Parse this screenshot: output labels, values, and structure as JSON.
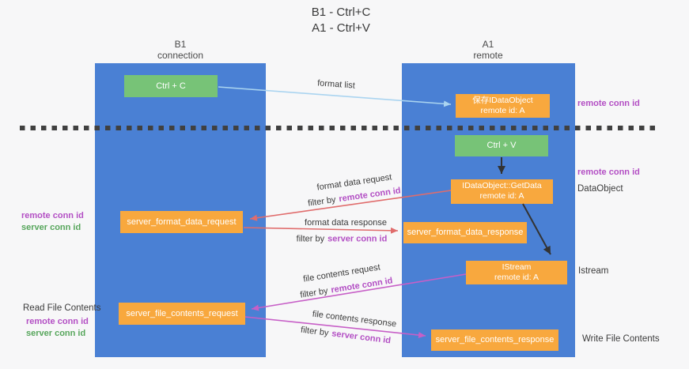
{
  "title": {
    "line1": "B1 - Ctrl+C",
    "line2": "A1 - Ctrl+V"
  },
  "columns": {
    "left": {
      "name": "B1",
      "subtitle": "connection"
    },
    "right": {
      "name": "A1",
      "subtitle": "remote"
    }
  },
  "nodes": {
    "ctrl_c": {
      "label": "Ctrl + C"
    },
    "ctrl_v": {
      "label": "Ctrl + V"
    },
    "save_idataobject": {
      "line1": "保存IDataObject",
      "line2": "remote id: A"
    },
    "idataobject_getdata": {
      "line1": "IDataObject::GetData",
      "line2": "remote id: A"
    },
    "istream": {
      "line1": "IStream",
      "line2": "remote id: A"
    },
    "server_format_data_request": {
      "label": "server_format_data_request"
    },
    "server_format_data_response": {
      "label": "server_format_data_response"
    },
    "server_file_contents_request": {
      "label": "server_file_contents_request"
    },
    "server_file_contents_response": {
      "label": "server_file_contents_response"
    }
  },
  "arrow_labels": {
    "format_list": "format list",
    "format_data_request": "format data request",
    "format_data_response": "format data response",
    "file_contents_request": "file contents request",
    "file_contents_response": "file contents response",
    "filter_by": "filter by",
    "remote_conn_id": "remote conn id",
    "server_conn_id": "server conn id"
  },
  "side_labels": {
    "right_top_conn": "remote conn id",
    "right_mid_conn": "remote conn id",
    "dataobject": "DataObject",
    "istream": "Istream",
    "write_file_contents": "Write File Contents",
    "left_format_remote": "remote conn id",
    "left_format_server": "server conn id",
    "read_file_contents": "Read File Contents",
    "left_file_remote": "remote conn id",
    "left_file_server": "server conn id"
  },
  "colors": {
    "column_blue": "#4a80d4",
    "box_green": "#77c377",
    "box_orange": "#f8a83e",
    "arrow_salmon": "#e06c6c",
    "arrow_magenta": "#c75fc7",
    "arrow_lightblue": "#aad4f0",
    "arrow_black": "#333333",
    "text_purple": "#b34fc4",
    "text_green": "#57a65c",
    "dashed_line": "#404040",
    "background": "#f7f7f8"
  }
}
